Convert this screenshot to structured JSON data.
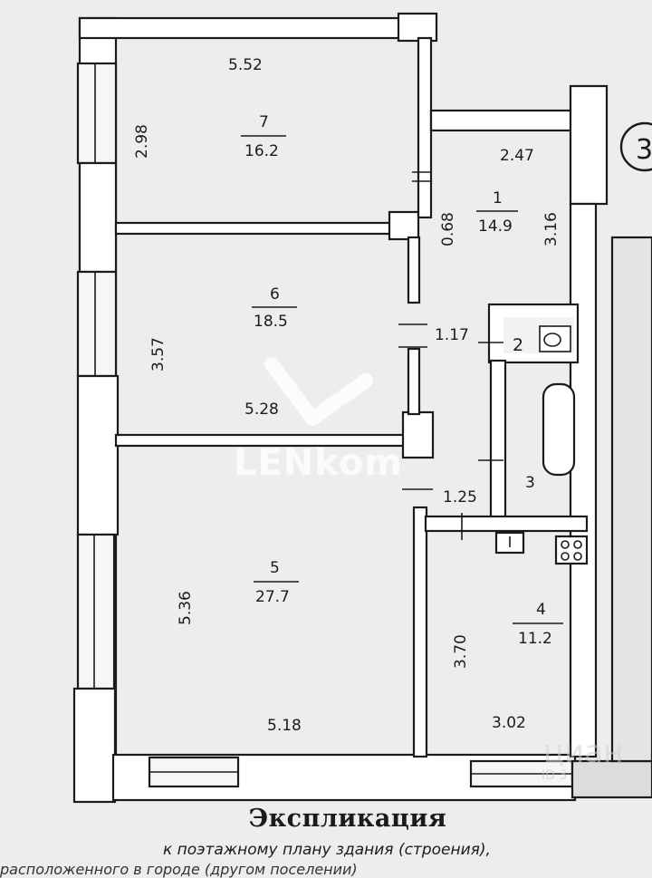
{
  "rooms": [
    {
      "number": "7",
      "area": "16.2",
      "width": "5.52",
      "depth": "2.98"
    },
    {
      "number": "1",
      "area": "14.9",
      "width": "2.47",
      "depth": "3.16",
      "passage": "0.68"
    },
    {
      "number": "6",
      "area": "18.5",
      "width": "5.28",
      "depth": "3.57",
      "passage": "1.17"
    },
    {
      "number": "2",
      "area": ""
    },
    {
      "number": "3",
      "area": "",
      "width": "1.25"
    },
    {
      "number": "5",
      "area": "27.7",
      "width": "5.18",
      "depth": "5.36"
    },
    {
      "number": "4",
      "area": "11.2",
      "width": "3.02",
      "depth": "3.70"
    }
  ],
  "corner_mark": "3",
  "caption": {
    "title": "Экспликация",
    "subtitle": "к поэтажному плану здания (строения),",
    "subtitle2": "расположенного в городе (другом поселении)"
  },
  "watermarks": {
    "brand": "LENkom",
    "site": "циан",
    "site_id": "ID 3"
  },
  "colors": {
    "paper": "#eceded",
    "ink": "#1b1b1b",
    "wall_fill": "#ffffff"
  }
}
